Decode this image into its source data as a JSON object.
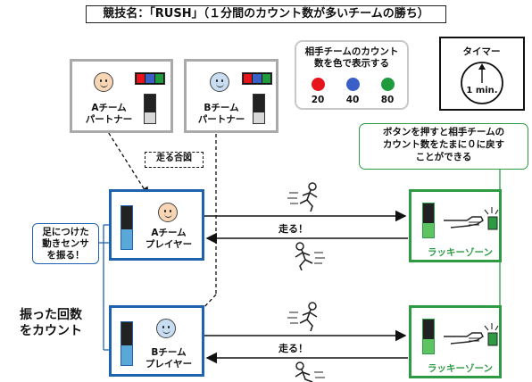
{
  "title": "競技名：「RUSH」（１分間のカウント数が多いチームの勝ち）",
  "partner_a": {
    "label": "Aチーム\nパートナー"
  },
  "partner_b": {
    "label": "Bチーム\nパートナー"
  },
  "color_legend": {
    "heading": "相手チームのカウント\n数を色で表示する",
    "items": [
      {
        "color": "#e8141c",
        "value": "20"
      },
      {
        "color": "#3a5fc6",
        "value": "40"
      },
      {
        "color": "#1f9a3c",
        "value": "80"
      }
    ]
  },
  "timer": {
    "label": "タイマー",
    "value": "1 min."
  },
  "lucky_note": "ボタンを押すと相手チームの\nカウント数をたまに０に戻す\nことができる",
  "run_signal": "走る合図",
  "player_a": {
    "label": "Aチーム\nプレイヤー"
  },
  "player_b": {
    "label": "Bチーム\nプレイヤー"
  },
  "sensor_note": "足につけた\n動きセンサ\nを振る！",
  "count_note": "振った回数\nをカウント",
  "run_label_1": "走る！",
  "run_label_2": "走る！",
  "lucky_zone_1": "ラッキーゾーン",
  "lucky_zone_2": "ラッキーゾーン",
  "colors": {
    "blue": "#1f63b0",
    "green": "#2e9a44",
    "gray": "#aaaaaa"
  }
}
